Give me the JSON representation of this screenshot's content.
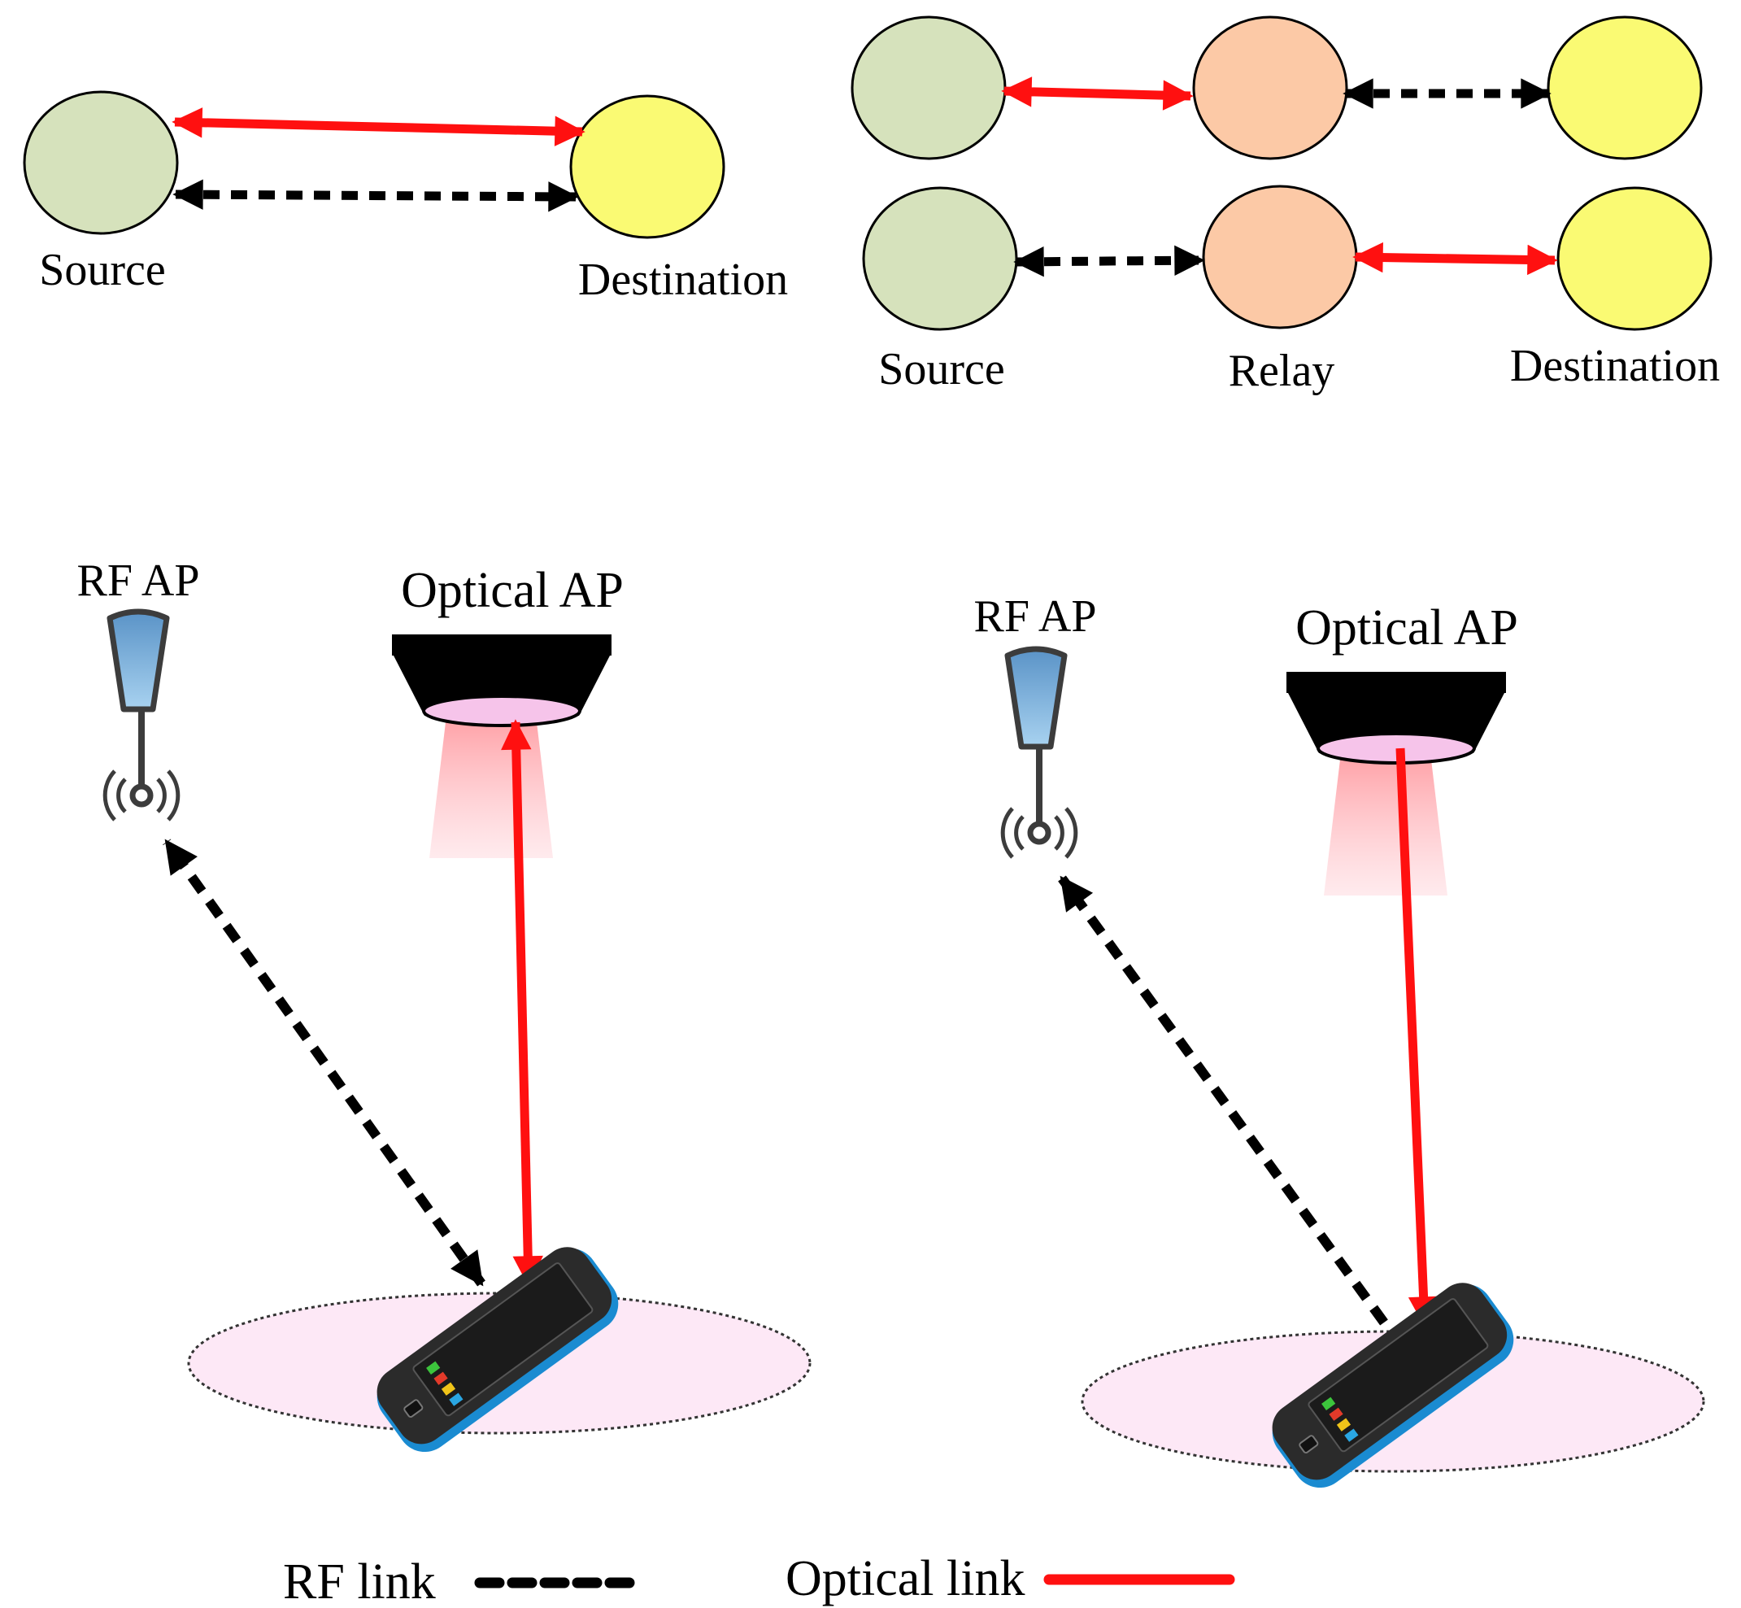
{
  "labels": {
    "source": "Source",
    "destination": "Destination",
    "relay": "Relay",
    "rf_ap": "RF AP",
    "optical_ap": "Optical AP",
    "rf_link": "RF link",
    "optical_link": "Optical link"
  },
  "colors": {
    "source_fill": "#d6e2bc",
    "relay_fill": "#fcc9a6",
    "destination_fill": "#fafa73",
    "optical_link": "#ff1010",
    "rf_link": "#000000",
    "antenna_body": "#86b8de",
    "optical_ap_body": "#000000",
    "optical_lens": "#f6c4ea",
    "coverage_area": "#fde8f6",
    "phone_body": "#1a8bd1"
  },
  "icons": {
    "antenna": "antenna-icon",
    "optical_ap": "optical-ap-icon",
    "phone": "phone-icon"
  }
}
